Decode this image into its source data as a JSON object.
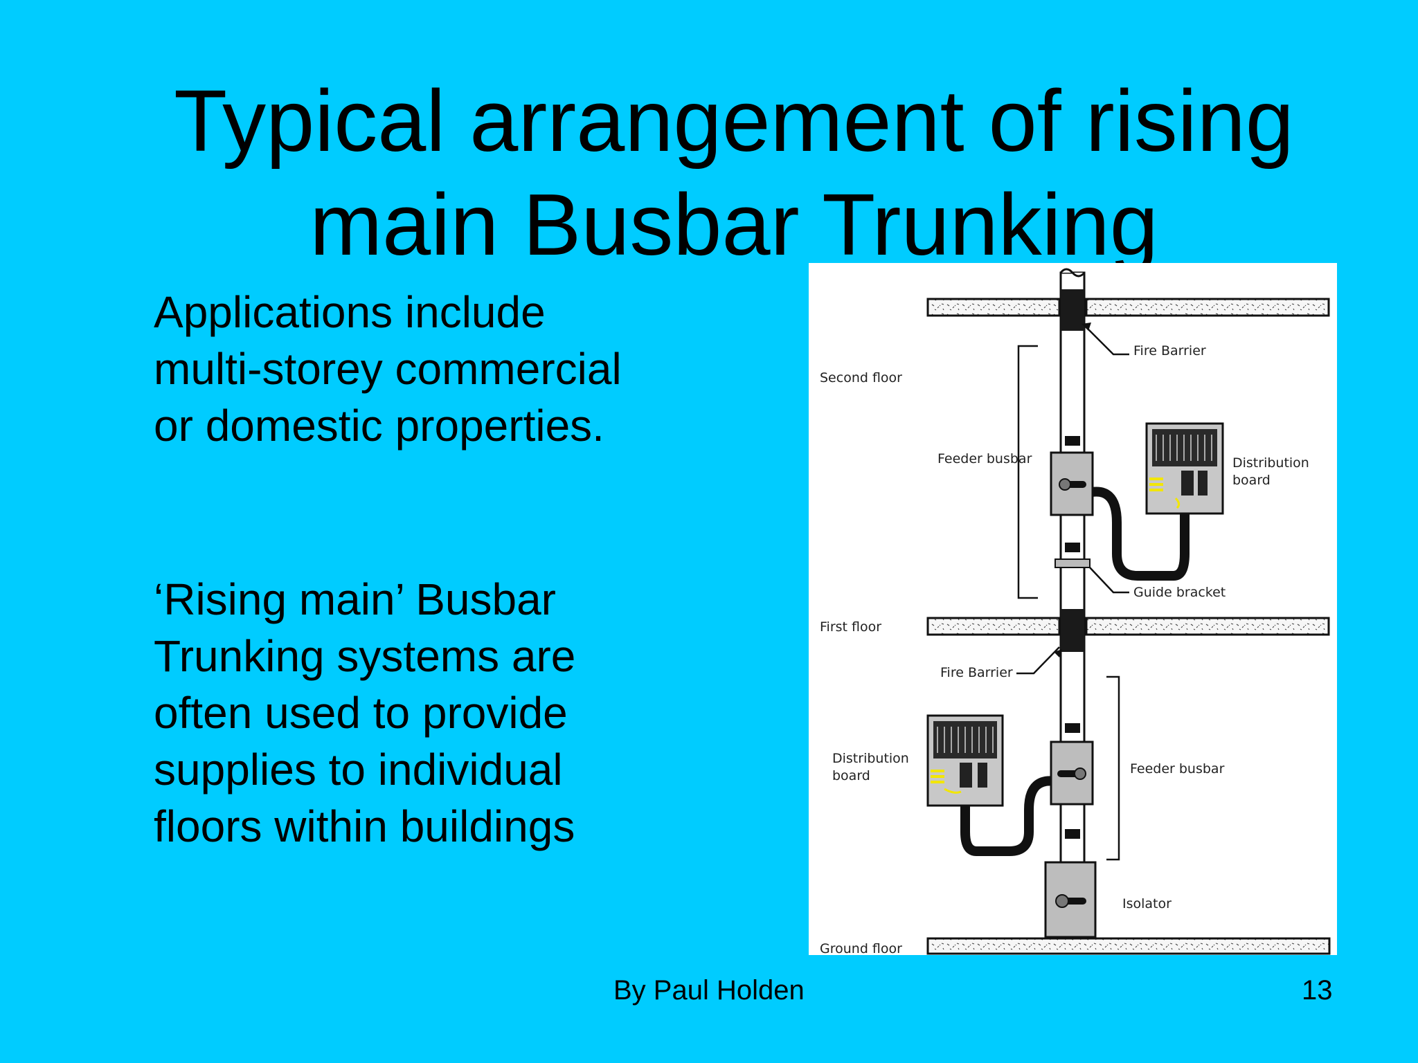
{
  "slide": {
    "title_lines": [
      "Typical arrangement of rising",
      "main Busbar Trunking"
    ],
    "paragraph1_lines": [
      "Applications include",
      "multi-storey commercial",
      "or domestic properties."
    ],
    "paragraph2_lines": [
      "‘Rising main’ Busbar",
      "Trunking systems are",
      "often used to provide",
      "supplies to individual",
      "floors within buildings"
    ],
    "footer_author": "By Paul Holden",
    "page_number": "13"
  },
  "diagram": {
    "labels": {
      "second_floor": "Second floor",
      "first_floor": "First floor",
      "ground_floor": "Ground floor",
      "fire_barrier_upper": "Fire Barrier",
      "fire_barrier_lower": "Fire Barrier",
      "feeder_busbar_upper": "Feeder busbar",
      "feeder_busbar_lower": "Feeder busbar",
      "distribution_board_upper": [
        "Distribution",
        "board"
      ],
      "distribution_board_lower": [
        "Distribution",
        "board"
      ],
      "guide_bracket": "Guide bracket",
      "isolator": "Isolator"
    }
  }
}
